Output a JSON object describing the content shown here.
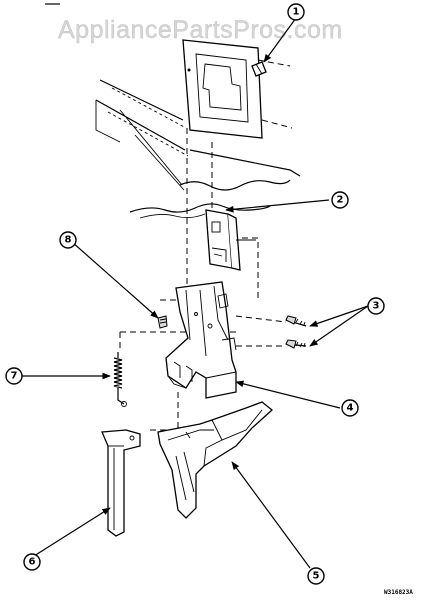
{
  "watermark": "AppliancePartsPros.com",
  "drawing_code": "W316823A",
  "callouts": [
    {
      "id": "callout-1",
      "label": "1"
    },
    {
      "id": "callout-2",
      "label": "2"
    },
    {
      "id": "callout-3",
      "label": "3"
    },
    {
      "id": "callout-4",
      "label": "4"
    },
    {
      "id": "callout-5",
      "label": "5"
    },
    {
      "id": "callout-6",
      "label": "6"
    },
    {
      "id": "callout-7",
      "label": "7"
    },
    {
      "id": "callout-8",
      "label": "8"
    }
  ]
}
